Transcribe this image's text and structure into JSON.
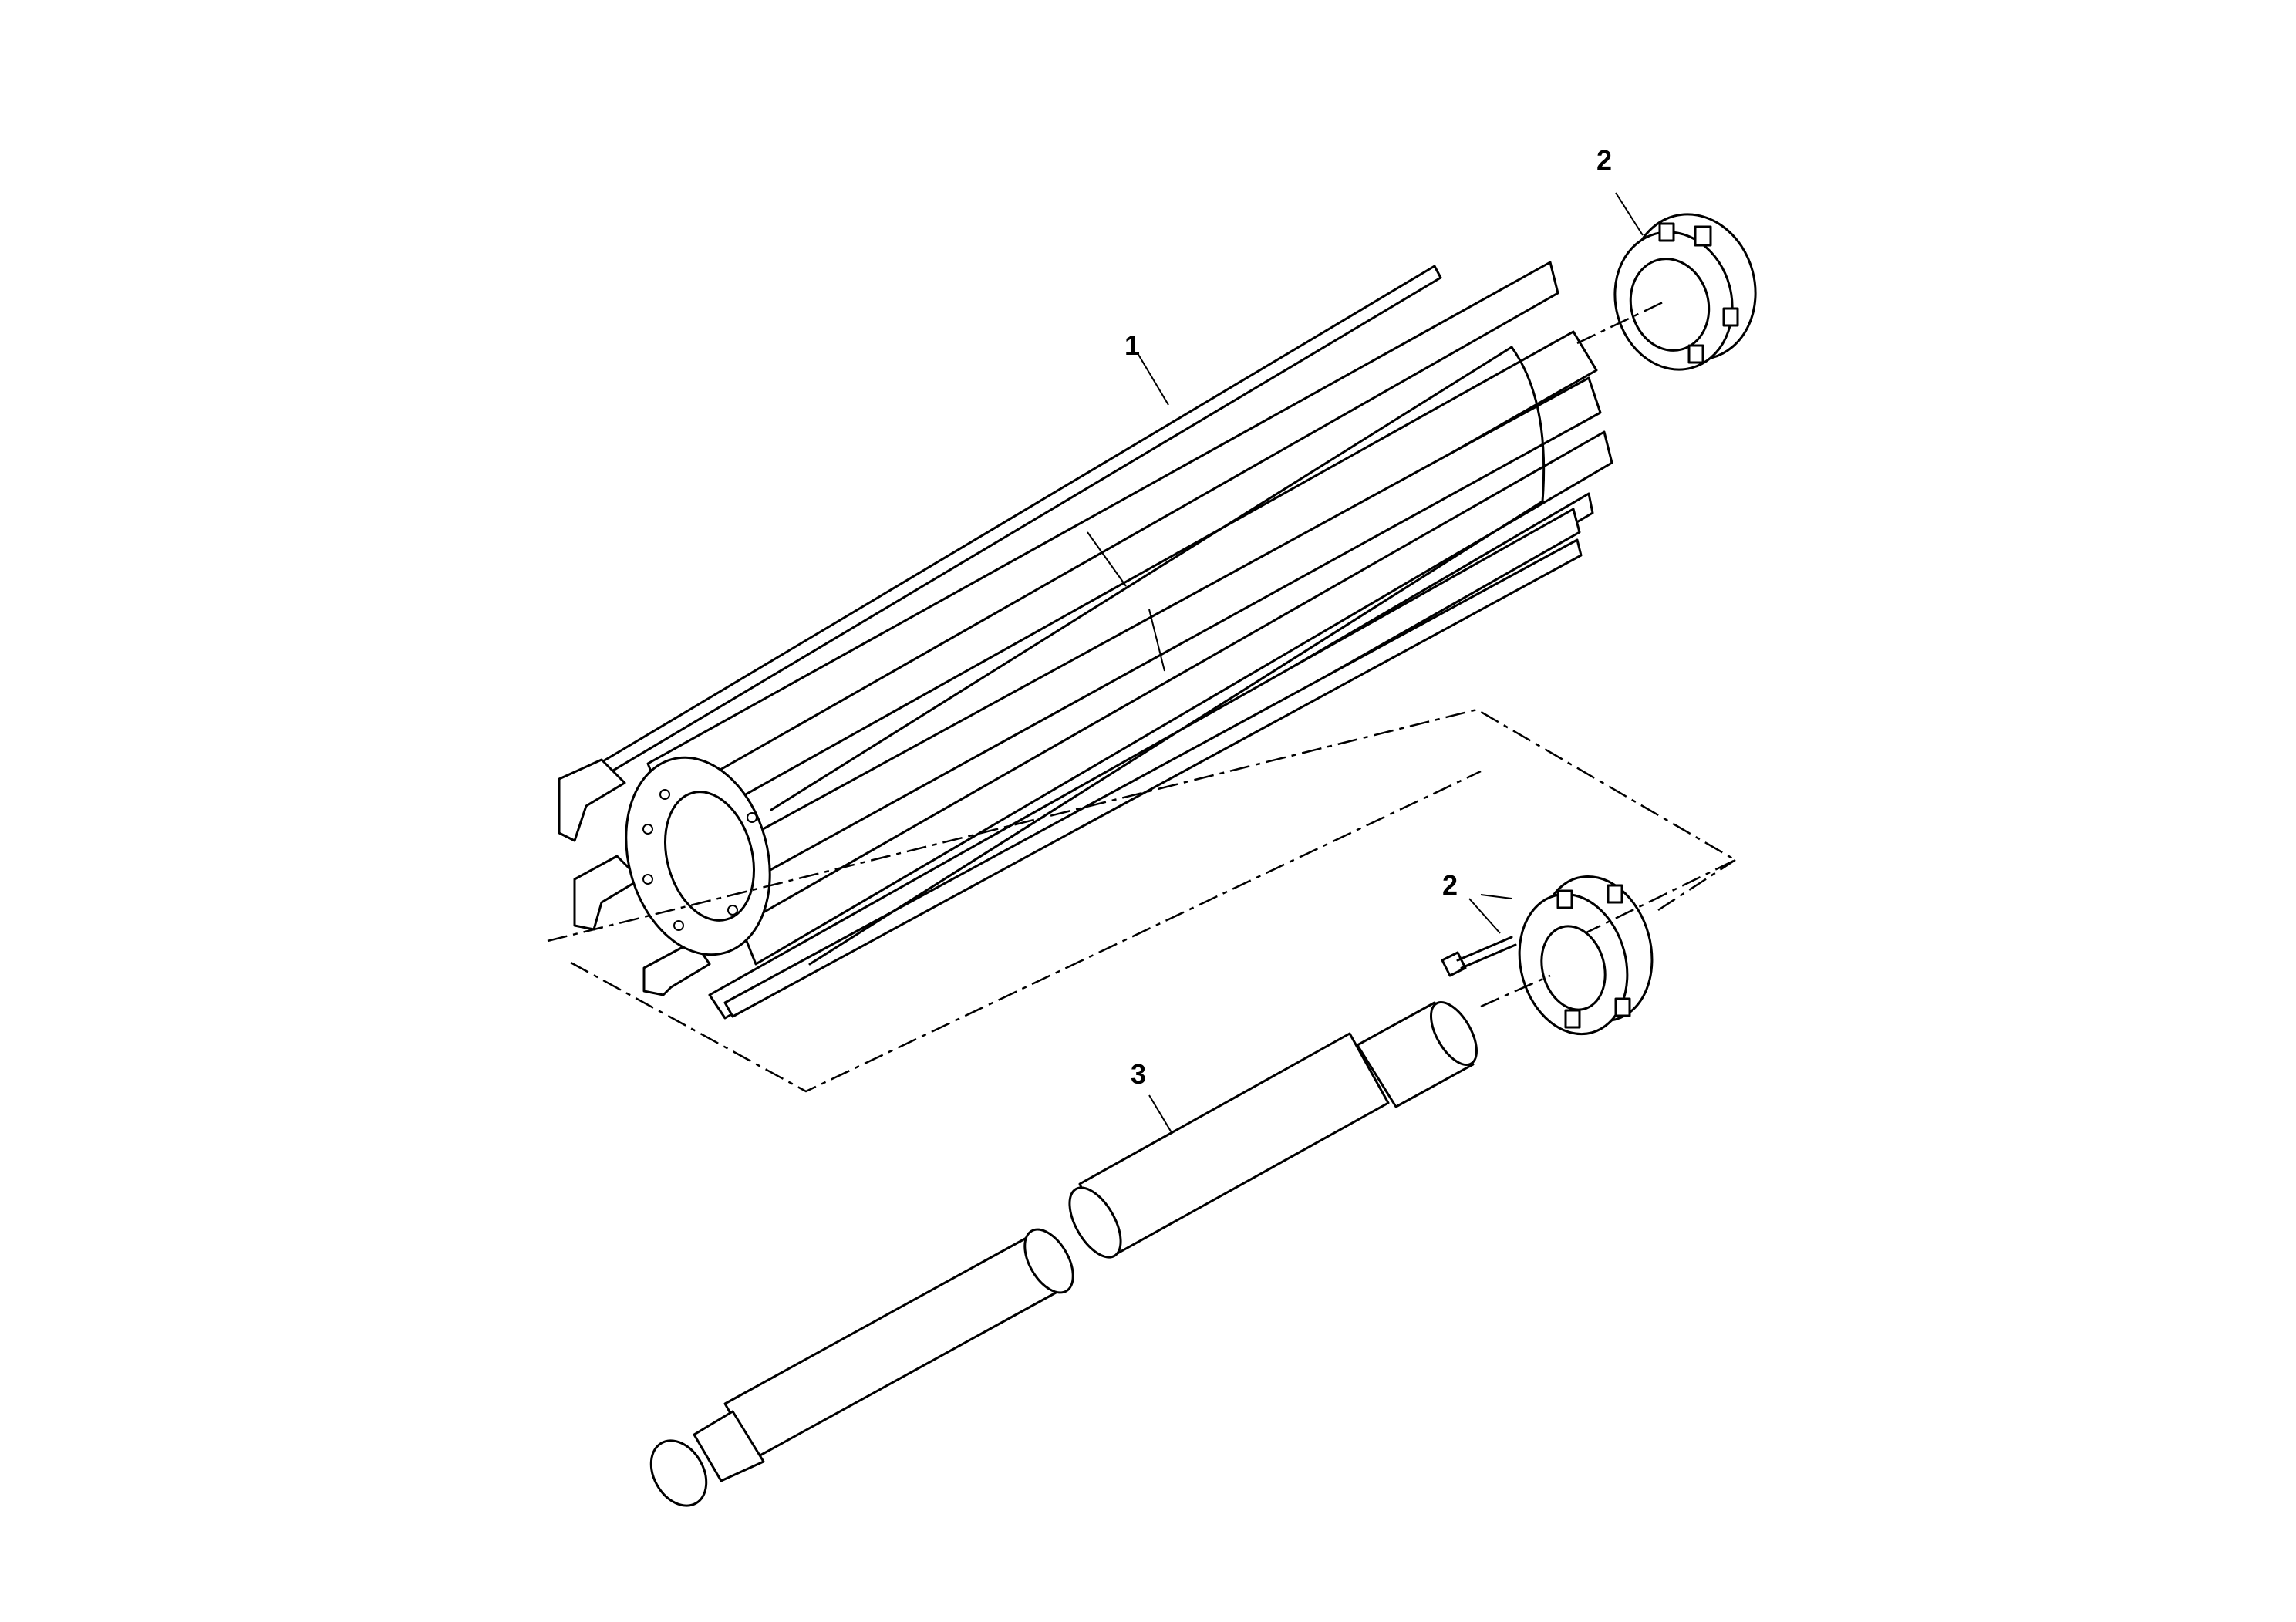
{
  "callouts": [
    {
      "id": "1",
      "label": "1",
      "part": "rotor-drum"
    },
    {
      "id": "2a",
      "label": "2",
      "part": "flange-hub-upper"
    },
    {
      "id": "2b",
      "label": "2",
      "part": "flange-hub-lower"
    },
    {
      "id": "3",
      "label": "3",
      "part": "shaft"
    }
  ]
}
